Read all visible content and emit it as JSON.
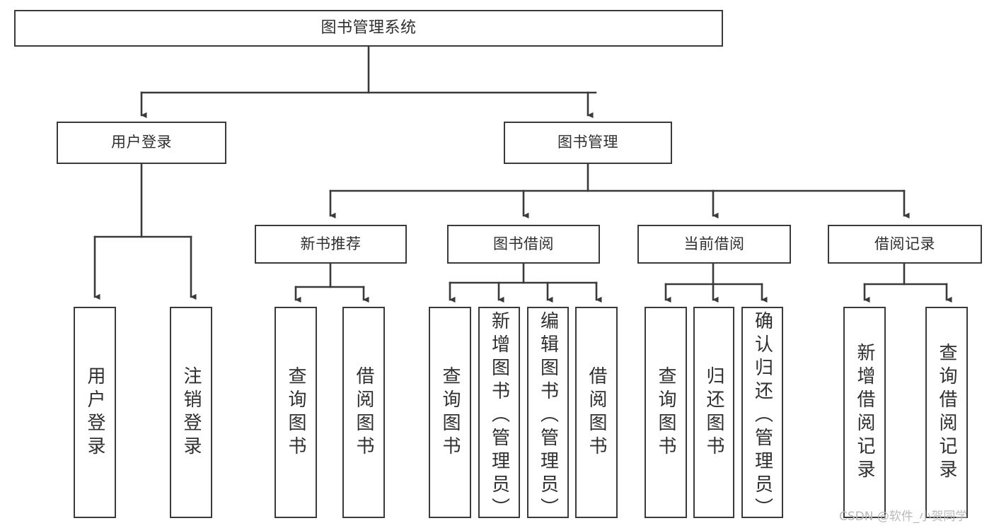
{
  "diagram": {
    "type": "tree-hierarchy",
    "title": "图书管理系统",
    "watermark": "CSDN @软件_小贺同学",
    "colors": {
      "box_border": "#3a3a3a",
      "box_fill": "#ffffff",
      "edge": "#3a3a3a",
      "text": "#2f2f2f",
      "watermark": "#b9b9b9",
      "background": "#ffffff"
    },
    "root": {
      "id": "root",
      "label": "图书管理系统"
    },
    "level2": [
      {
        "id": "user-login",
        "label": "用户登录"
      },
      {
        "id": "book-manage",
        "label": "图书管理"
      }
    ],
    "level3": [
      {
        "id": "new-book-rec",
        "label": "新书推荐",
        "parent": "book-manage"
      },
      {
        "id": "book-borrow",
        "label": "图书借阅",
        "parent": "book-manage"
      },
      {
        "id": "current-borrow",
        "label": "当前借阅",
        "parent": "book-manage"
      },
      {
        "id": "borrow-record",
        "label": "借阅记录",
        "parent": "book-manage"
      }
    ],
    "leaves": [
      {
        "id": "leaf-user-login",
        "label": "用户登录",
        "parent": "user-login"
      },
      {
        "id": "leaf-logout-login",
        "label": "注销登录",
        "parent": "user-login"
      },
      {
        "id": "leaf-query-book-1",
        "label": "查询图书",
        "parent": "new-book-rec"
      },
      {
        "id": "leaf-borrow-book-1",
        "label": "借阅图书",
        "parent": "new-book-rec"
      },
      {
        "id": "leaf-query-book-2",
        "label": "查询图书",
        "parent": "book-borrow"
      },
      {
        "id": "leaf-add-book",
        "label": "新增图书（管理员）",
        "parent": "book-borrow"
      },
      {
        "id": "leaf-edit-book",
        "label": "编辑图书（管理员）",
        "parent": "book-borrow"
      },
      {
        "id": "leaf-borrow-book-2",
        "label": "借阅图书",
        "parent": "book-borrow"
      },
      {
        "id": "leaf-query-book-3",
        "label": "查询图书",
        "parent": "current-borrow"
      },
      {
        "id": "leaf-return-book",
        "label": "归还图书",
        "parent": "current-borrow"
      },
      {
        "id": "leaf-confirm-return",
        "label": "确认归还（管理员）",
        "parent": "current-borrow"
      },
      {
        "id": "leaf-add-record",
        "label": "新增借阅记录",
        "parent": "borrow-record"
      },
      {
        "id": "leaf-query-record",
        "label": "查询借阅记录",
        "parent": "borrow-record"
      }
    ]
  }
}
